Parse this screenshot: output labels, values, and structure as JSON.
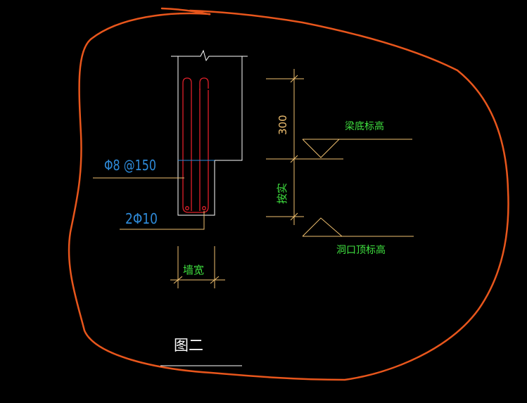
{
  "colors": {
    "background": "#000000",
    "markup": "#e8561c",
    "outline": "#ffffff",
    "rebar": "#e0202a",
    "dimension": "#f0c070",
    "rebar_text": "#2e8ad8",
    "green_text": "#3fe03f",
    "caption": "#ffffff"
  },
  "labels": {
    "stirrup": "Φ8 @150",
    "bottom_bars": "2Φ10",
    "wall_width": "墙宽",
    "dim_300": "300",
    "dim_height": "按实",
    "beam_bottom": "梁底标高",
    "opening_top": "洞口顶标高",
    "caption": "图二"
  }
}
